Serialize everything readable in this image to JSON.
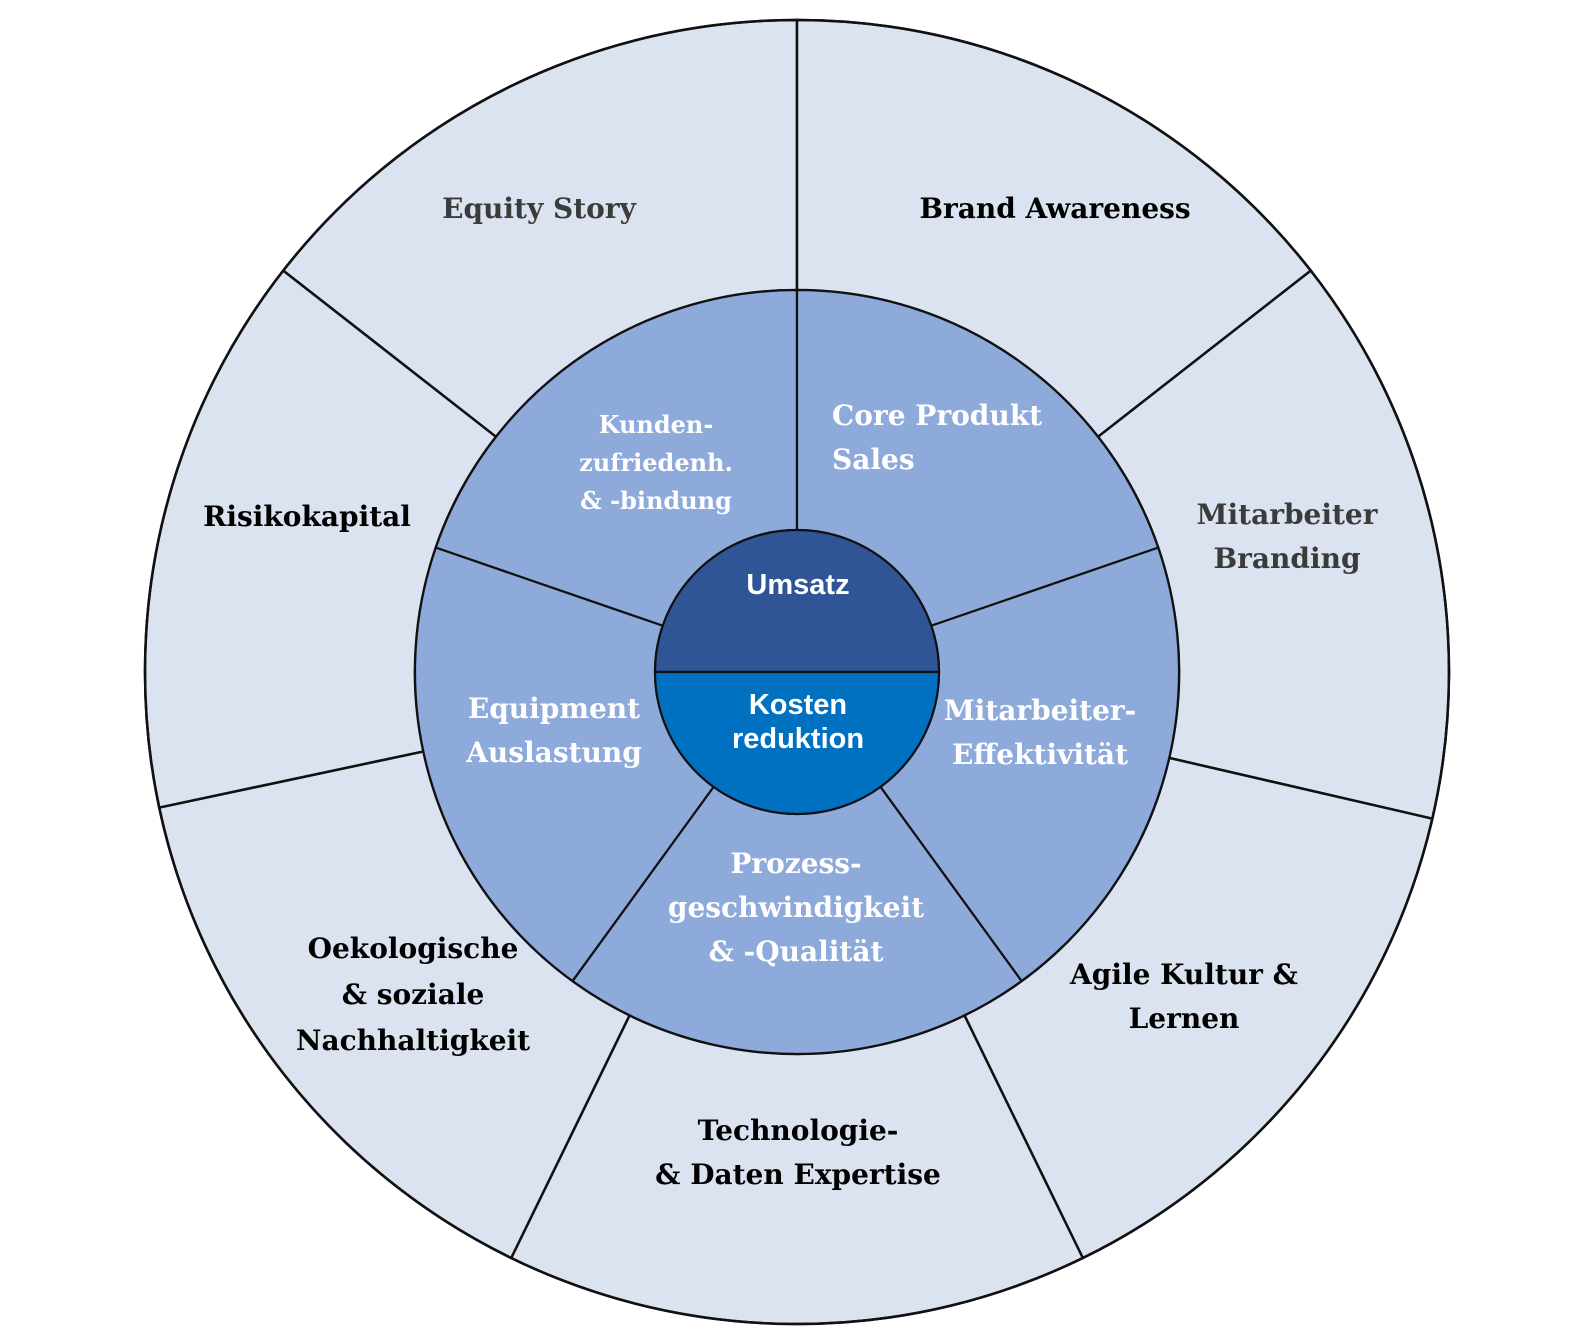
{
  "colors": {
    "outer_ring": "#dbe3f1",
    "middle_ring": "#8eaadb",
    "core_top": "#2f5597",
    "core_bottom": "#0070c0",
    "outline": "#111111",
    "text_dark": "#000000",
    "text_gray": "#3b3b3b",
    "text_light": "#ffffff"
  },
  "core": {
    "top_label": "Umsatz",
    "bottom_label_lines": [
      "Kosten",
      "reduktion"
    ]
  },
  "middle_ring": [
    {
      "id": "kunden",
      "lines": [
        "Kunden-",
        "zufriedenh.",
        "& -bindung"
      ]
    },
    {
      "id": "core-produkt",
      "lines": [
        "Core Produkt",
        "Sales"
      ]
    },
    {
      "id": "mitarbeiter-effektivitaet",
      "lines": [
        "Mitarbeiter-",
        "Effektivität"
      ]
    },
    {
      "id": "prozess",
      "lines": [
        "Prozess-",
        "geschwindigkeit",
        "& -Qualität"
      ]
    },
    {
      "id": "equipment",
      "lines": [
        "Equipment",
        "Auslastung"
      ]
    }
  ],
  "outer_ring": [
    {
      "id": "equity-story",
      "lines": [
        "Equity Story"
      ],
      "tone": "gray"
    },
    {
      "id": "brand-awareness",
      "lines": [
        "Brand Awareness"
      ],
      "tone": "dark"
    },
    {
      "id": "mitarbeiter-branding",
      "lines": [
        "Mitarbeiter",
        "Branding"
      ],
      "tone": "gray"
    },
    {
      "id": "agile-kultur",
      "lines": [
        "Agile Kultur &",
        "Lernen"
      ],
      "tone": "dark"
    },
    {
      "id": "technologie",
      "lines": [
        "Technologie-",
        "& Daten Expertise"
      ],
      "tone": "dark"
    },
    {
      "id": "oekologische",
      "lines": [
        "Oekologische",
        "& soziale",
        "Nachhaltigkeit"
      ],
      "tone": "dark"
    },
    {
      "id": "risikokapital",
      "lines": [
        "Risikokapital"
      ],
      "tone": "dark"
    }
  ]
}
